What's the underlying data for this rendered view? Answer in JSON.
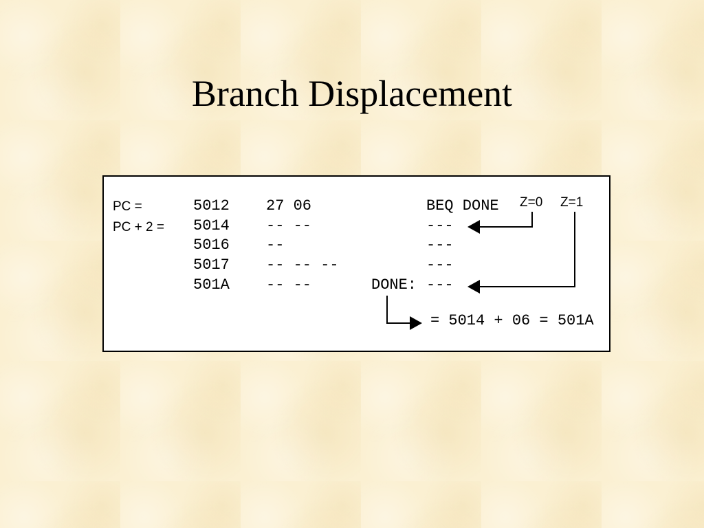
{
  "slide": {
    "title": "Branch Displacement"
  },
  "listing": {
    "labels": [
      "PC =",
      "PC + 2 ="
    ],
    "rows": [
      {
        "address": "5012",
        "bytes": "27 06",
        "label": "",
        "instruction": "BEQ DONE"
      },
      {
        "address": "5014",
        "bytes": "-- --",
        "label": "",
        "instruction": "---"
      },
      {
        "address": "5016",
        "bytes": "--",
        "label": "",
        "instruction": "---"
      },
      {
        "address": "5017",
        "bytes": "-- -- --",
        "label": "",
        "instruction": "---"
      },
      {
        "address": "501A",
        "bytes": "-- --",
        "label": "DONE:",
        "instruction": "---"
      }
    ],
    "flags": {
      "z0": "Z=0",
      "z1": "Z=1"
    },
    "calculation": "= 5014 + 06 = 501A"
  }
}
